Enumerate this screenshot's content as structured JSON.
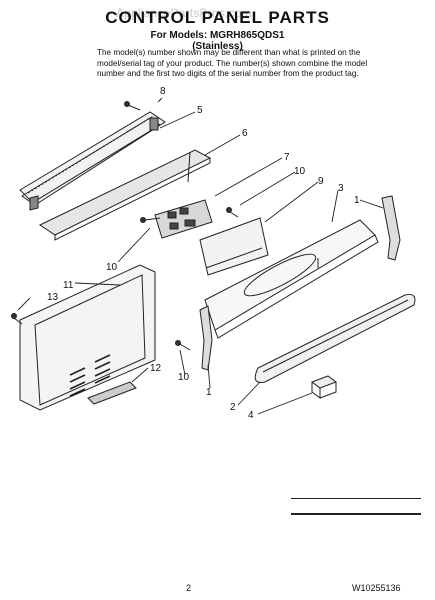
{
  "watermark": "AppliancePartsPros.com",
  "title": "CONTROL PANEL PARTS",
  "models_line": "For Models: MGRH865QDS1",
  "variant": "(Stainless)",
  "note": "The model(s) number shown may be different than what is printed on the model/serial tag of your product. The number(s) shown combine the model number and the first two digits of the serial number from the product tag.",
  "callouts": [
    "8",
    "5",
    "6",
    "7",
    "10",
    "9",
    "3",
    "1",
    "10",
    "11",
    "13",
    "10",
    "1",
    "12",
    "2",
    "4"
  ],
  "footer": {
    "page": "2",
    "doc_number": "W10255136"
  }
}
